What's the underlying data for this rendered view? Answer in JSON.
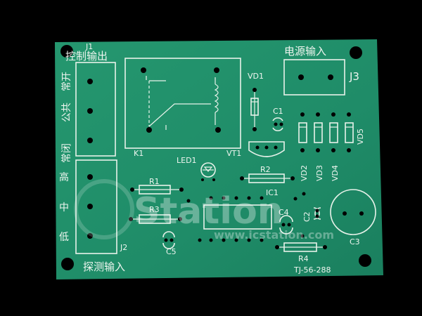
{
  "labels": {
    "j1": "J1",
    "j1_title": "控制输出",
    "j1_no": "常开",
    "j1_com": "公共",
    "j1_nc": "常闭",
    "k1": "K1",
    "vt1": "VT1",
    "vd1": "VD1",
    "c1": "C1",
    "led1": "LED1",
    "r2": "R2",
    "ic1": "IC1",
    "r1": "R1",
    "r3": "R3",
    "c4": "C4",
    "c2": "C2",
    "c5": "C5",
    "r4": "R4",
    "c3": "C3",
    "j2": "J2",
    "j2_title": "探测输入",
    "j2_high": "高",
    "j2_mid": "中",
    "j2_low": "低",
    "j3": "J3",
    "j3_title": "电源输入",
    "vd2": "VD2",
    "vd3": "VD3",
    "vd4": "VD4",
    "vd5": "VD5",
    "board_code": "TJ-56-288"
  },
  "watermark": {
    "logo": "Station",
    "url": "www.icstation.com"
  },
  "colors": {
    "background": "#000000",
    "board": "#1f8f6a",
    "silkscreen": "#e8f2ea",
    "hole": "#000000"
  }
}
